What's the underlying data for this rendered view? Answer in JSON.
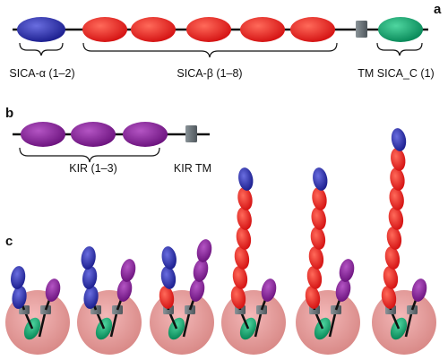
{
  "panel_a": {
    "letter": "a",
    "labels": {
      "sica_alpha": "SICA-α (1–2)",
      "sica_beta": "SICA-β (1–8)",
      "tm_sica_c": "TM SICA_C (1)"
    }
  },
  "panel_b": {
    "letter": "b",
    "labels": {
      "kir": "KIR (1–3)",
      "kir_tm": "KIR TM"
    }
  },
  "panel_c": {
    "letter": "c",
    "variants": [
      {
        "alpha": 2,
        "beta": 0,
        "kir": 1
      },
      {
        "alpha": 3,
        "beta": 0,
        "kir": 2
      },
      {
        "alpha": 2,
        "beta": 1,
        "kir": 3
      },
      {
        "alpha": 1,
        "beta": 6,
        "kir": 1
      },
      {
        "alpha": 1,
        "beta": 6,
        "kir": 2
      },
      {
        "alpha": 1,
        "beta": 8,
        "kir": 1
      }
    ]
  },
  "colors": {
    "sica_alpha": "#2c2fa8",
    "sica_beta": "#e82222",
    "sica_c": "#0f9e6c",
    "kir": "#8a1e9a",
    "tm": "#6a7378",
    "cell": "#e8a0a0"
  }
}
